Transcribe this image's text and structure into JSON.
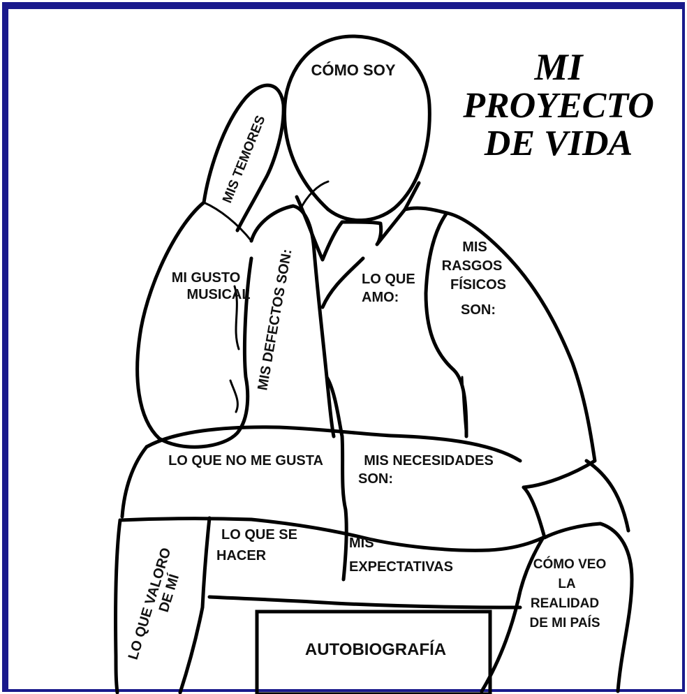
{
  "title": {
    "line1": "MI",
    "line2": "PROYECTO",
    "line3": "DE VIDA"
  },
  "labels": {
    "como_soy": "CÓMO SOY",
    "mis_temores": "MIS TEMORES",
    "mis_defectos": "MIS DEFECTOS SON:",
    "gusto_1": "MI GUSTO",
    "gusto_2": "MUSICAL",
    "amo_1": "LO QUE",
    "amo_2": "AMO:",
    "rasgos_1": "MIS",
    "rasgos_2": "RASGOS",
    "rasgos_3": "FÍSICOS",
    "rasgos_4": "SON:",
    "no_me_gusta": "LO QUE NO ME GUSTA",
    "necesidades_1": "MIS NECESIDADES",
    "necesidades_2": "SON:",
    "valoro_1": "LO QUE VALORO",
    "valoro_2": "DE MÍ",
    "se_hacer_1": "LO QUE SE",
    "se_hacer_2": "HACER",
    "expectativas_1": "MIS",
    "expectativas_2": "EXPECTATIVAS",
    "realidad_1": "CÓMO VEO",
    "realidad_2": "LA",
    "realidad_3": "REALIDAD",
    "realidad_4": "DE MI PAÍS",
    "autobiografia": "AUTOBIOGRAFÍA"
  },
  "colors": {
    "border": "#1a1a8c",
    "ink": "#000000",
    "background": "#ffffff"
  }
}
